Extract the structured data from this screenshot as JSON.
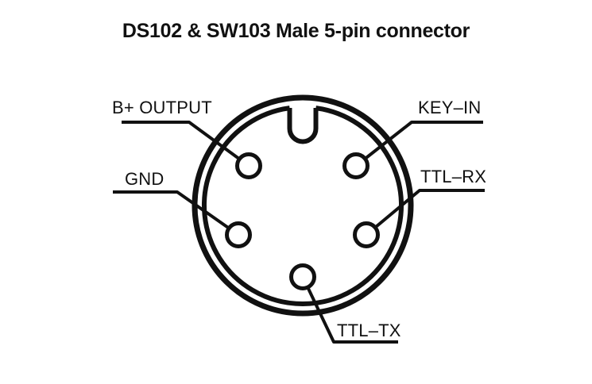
{
  "title": "DS102 & SW103 Male 5-pin connector",
  "connector": {
    "kind": "male-5-pin-din-connector-front-view",
    "pins": [
      {
        "id": 1,
        "label": "B+ OUTPUT",
        "position": "upper-left"
      },
      {
        "id": 2,
        "label": "KEY–IN",
        "position": "upper-right"
      },
      {
        "id": 3,
        "label": "GND",
        "position": "middle-left"
      },
      {
        "id": 4,
        "label": "TTL–RX",
        "position": "middle-right"
      },
      {
        "id": 5,
        "label": "TTL–TX",
        "position": "bottom-center"
      }
    ],
    "features": {
      "keyway": "U-shaped notch at top of inner ring"
    }
  },
  "colors": {
    "line": "#111111",
    "background": "#ffffff"
  }
}
